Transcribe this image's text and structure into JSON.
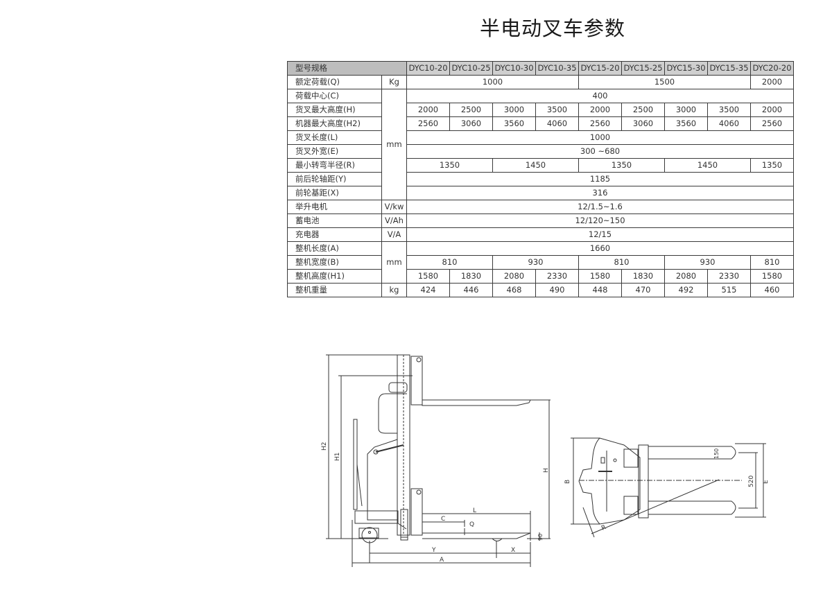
{
  "title": "半电动叉车参数",
  "table": {
    "header_label": "型号规格",
    "models": [
      "DYC10-20",
      "DYC10-25",
      "DYC10-30",
      "DYC10-35",
      "DYC15-20",
      "DYC15-25",
      "DYC15-30",
      "DYC15-35",
      "DYC20-20"
    ],
    "rows": [
      {
        "label": "额定荷载(Q)",
        "unit": "Kg",
        "cells": [
          {
            "v": "1000",
            "span": 4
          },
          {
            "v": "1500",
            "span": 4
          },
          {
            "v": "2000",
            "span": 1
          }
        ]
      },
      {
        "label": "荷载中心(C)",
        "cells": [
          {
            "v": "400",
            "span": 9
          }
        ]
      },
      {
        "label": "货叉最大高度(H)",
        "cells": [
          {
            "v": "2000"
          },
          {
            "v": "2500"
          },
          {
            "v": "3000"
          },
          {
            "v": "3500"
          },
          {
            "v": "2000"
          },
          {
            "v": "2500"
          },
          {
            "v": "3000"
          },
          {
            "v": "3500"
          },
          {
            "v": "2000"
          }
        ]
      },
      {
        "label": "机器最大高度(H2)",
        "cells": [
          {
            "v": "2560"
          },
          {
            "v": "3060"
          },
          {
            "v": "3560"
          },
          {
            "v": "4060"
          },
          {
            "v": "2560"
          },
          {
            "v": "3060"
          },
          {
            "v": "3560"
          },
          {
            "v": "4060"
          },
          {
            "v": "2560"
          }
        ]
      },
      {
        "label": "货叉长度(L)",
        "cells": [
          {
            "v": "1000",
            "span": 9
          }
        ]
      },
      {
        "label": "货叉外宽(E)",
        "cells": [
          {
            "v": "300 ~680",
            "span": 9
          }
        ]
      },
      {
        "label": "最小转弯半径(R)",
        "cells": [
          {
            "v": "1350",
            "span": 2
          },
          {
            "v": "1450",
            "span": 2
          },
          {
            "v": "1350",
            "span": 2
          },
          {
            "v": "1450",
            "span": 2
          },
          {
            "v": "1350",
            "span": 1
          }
        ]
      },
      {
        "label": "前后轮轴距(Y)",
        "cells": [
          {
            "v": "1185",
            "span": 9
          }
        ]
      },
      {
        "label": "前轮基距(X)",
        "cells": [
          {
            "v": "316",
            "span": 9
          }
        ]
      },
      {
        "label": "举升电机",
        "unit": "V/kw",
        "cells": [
          {
            "v": "12/1.5~1.6",
            "span": 9
          }
        ]
      },
      {
        "label": "蓄电池",
        "unit": "V/Ah",
        "cells": [
          {
            "v": "12/120~150",
            "span": 9
          }
        ]
      },
      {
        "label": "充电器",
        "unit": "V/A",
        "cells": [
          {
            "v": "12/15",
            "span": 9
          }
        ]
      },
      {
        "label": "整机长度(A)",
        "cells": [
          {
            "v": "1660",
            "span": 9
          }
        ]
      },
      {
        "label": "整机宽度(B)",
        "cells": [
          {
            "v": "810",
            "span": 2
          },
          {
            "v": "930",
            "span": 2
          },
          {
            "v": "810",
            "span": 2
          },
          {
            "v": "930",
            "span": 2
          },
          {
            "v": "810",
            "span": 1
          }
        ]
      },
      {
        "label": "整机高度(H1)",
        "cells": [
          {
            "v": "1580"
          },
          {
            "v": "1830"
          },
          {
            "v": "2080"
          },
          {
            "v": "2330"
          },
          {
            "v": "1580"
          },
          {
            "v": "1830"
          },
          {
            "v": "2080"
          },
          {
            "v": "2330"
          },
          {
            "v": "1580"
          }
        ]
      },
      {
        "label": "整机重量",
        "unit": "kg",
        "cells": [
          {
            "v": "424"
          },
          {
            "v": "446"
          },
          {
            "v": "468"
          },
          {
            "v": "490"
          },
          {
            "v": "448"
          },
          {
            "v": "470"
          },
          {
            "v": "492"
          },
          {
            "v": "515"
          },
          {
            "v": "460"
          }
        ]
      }
    ],
    "mm_unit": "mm",
    "mm_unit2": "mm"
  },
  "side_view": {
    "labels": {
      "H2": "H2",
      "H1": "H1",
      "H": "H",
      "L": "L",
      "C": "C",
      "Q": "Q",
      "Y": "Y",
      "X": "X",
      "A": "A",
      "dim90": "90"
    }
  },
  "top_view": {
    "labels": {
      "B": "B",
      "R": "R",
      "E": "E",
      "dim150": "150",
      "dim520": "520"
    }
  }
}
